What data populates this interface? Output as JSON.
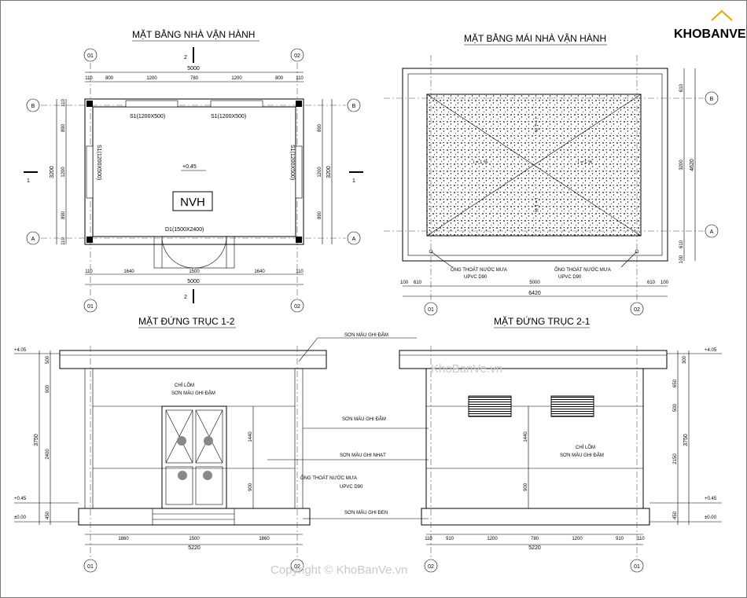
{
  "logo": {
    "text": "KHOBANVE",
    "color": "#e8a400"
  },
  "watermark": {
    "site": "KhoBanVe.vn",
    "copyright": "Copyright © KhoBanVe.vn"
  },
  "plan": {
    "title": "MẶT BẰNG NHÀ VẬN HÀNH",
    "grid": [
      "01",
      "02",
      "B",
      "A"
    ],
    "section_marks": [
      "2",
      "2",
      "1",
      "1"
    ],
    "top_dims": [
      "110",
      "800",
      "1200",
      "780",
      "1200",
      "800",
      "110"
    ],
    "top_total": "5000",
    "bottom_dims": [
      "110",
      "1640",
      "1500",
      "1640",
      "110"
    ],
    "bottom_total": "5000",
    "left_dims": [
      "110",
      "890",
      "1200",
      "890",
      "110"
    ],
    "left_total": "3200",
    "window_top_1": "S1(1200X500)",
    "window_top_2": "S1(1200X500)",
    "window_left": "S1(1200X500)",
    "window_right": "S1(1200X500)",
    "level": "+0.45",
    "room": "NVH",
    "door": "D1(1500X2400)"
  },
  "roof": {
    "title": "MẶT BẰNG MÁI NHÀ VẬN HÀNH",
    "grid": [
      "B",
      "A",
      "01",
      "02"
    ],
    "slopes": [
      "i = 1 %",
      "i = 1 %",
      "i = 1 %",
      "i = 1 %"
    ],
    "pipe_label_1": "ỐNG THOÁT NƯỚC MƯA",
    "pipe_label_1b": "UPVC D90",
    "pipe_label_2": "ỐNG THOÁT NƯỚC MƯA",
    "pipe_label_2b": "UPVC D90",
    "right_dims": [
      "610",
      "3200",
      "610",
      "100"
    ],
    "right_total": "4620",
    "bottom_dims": [
      "100",
      "610",
      "5000",
      "610",
      "100"
    ],
    "bottom_total": "6420"
  },
  "elev12": {
    "title": "MẶT ĐỨNG TRỤC 1-2",
    "levels": [
      "+4.05",
      "+0.45",
      "±0.00"
    ],
    "left_dims": [
      "500",
      "900",
      "2400",
      "450"
    ],
    "left_total": "3750",
    "inner_dims": [
      "1440",
      "900"
    ],
    "notes": [
      "CHỈ LÕM",
      "SƠN MÀU GHI ĐẬM",
      "SƠN MÀU GHI ĐẬM",
      "SƠN MÀU GHI ĐẬM",
      "SƠN MÀU GHI NHẠT",
      "ỐNG THOÁT NƯỚC MƯA",
      "UPVC D90",
      "SƠN MÀU GHI ĐEN"
    ],
    "bottom_dims": [
      "1860",
      "1500",
      "1860"
    ],
    "bottom_total": "5220",
    "grid": [
      "01",
      "02"
    ]
  },
  "elev21": {
    "title": "MẶT ĐỨNG TRỤC 2-1",
    "levels": [
      "+4.05",
      "+0.45",
      "±0.00"
    ],
    "right_dims": [
      "300",
      "650",
      "500",
      "2150",
      "450"
    ],
    "right_total": "3750",
    "inner_dims": [
      "1440",
      "900"
    ],
    "notes": [
      "CHỈ LÕM",
      "SƠN MÀU GHI ĐẬM"
    ],
    "bottom_dims": [
      "110",
      "910",
      "1200",
      "780",
      "1200",
      "910",
      "110"
    ],
    "bottom_total": "5220",
    "grid": [
      "02",
      "01"
    ]
  }
}
